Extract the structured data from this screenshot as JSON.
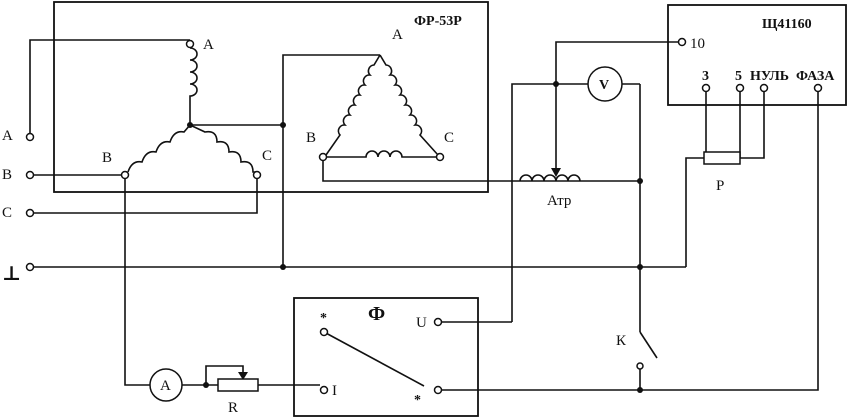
{
  "inputs": {
    "a": "A",
    "b": "B",
    "c": "C",
    "ground": "⊥"
  },
  "fr53r": {
    "title": "ФР-53Р",
    "star": {
      "a": "A",
      "b": "B",
      "c": "C"
    },
    "delta": {
      "a": "A",
      "b": "B",
      "c": "C"
    }
  },
  "meter": {
    "title": "Щ41160",
    "t10": "10",
    "t3": "3",
    "t5": "5",
    "tnul": "НУЛЬ",
    "tfaza": "ФАЗА"
  },
  "voltmeter": "V",
  "autotransformer": "Атр",
  "resistor_p": "Р",
  "phasemeter": {
    "title": "Ф",
    "u": "U",
    "i": "I",
    "star1": "*",
    "star2": "*"
  },
  "switch_k": "К",
  "ammeter": "A",
  "rheostat": "R"
}
